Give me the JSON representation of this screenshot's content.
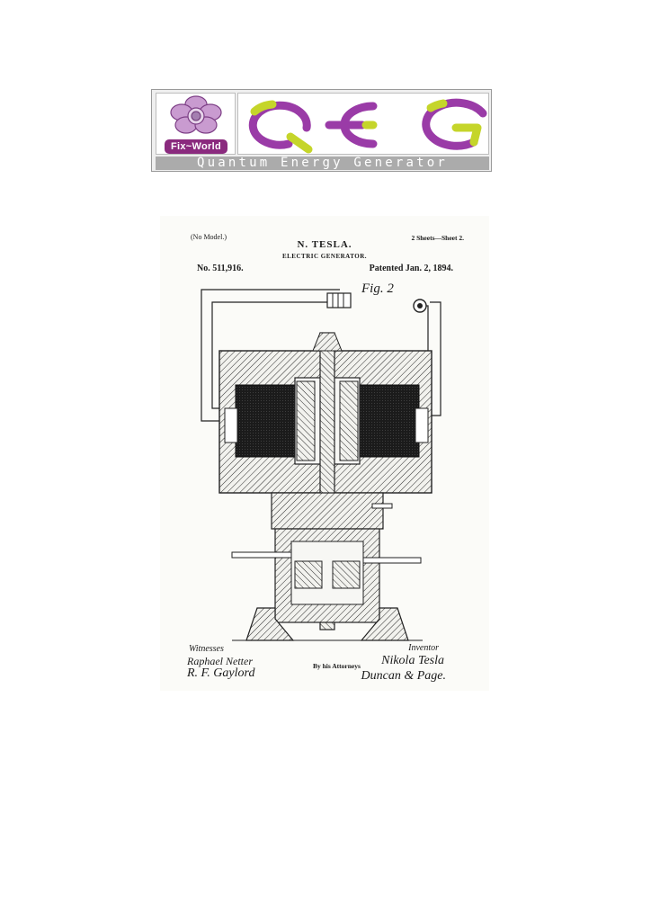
{
  "banner": {
    "brand_label": "Fix~World",
    "acronym": "QEG",
    "tagline": "Quantum Energy Generator",
    "colors": {
      "purple": "#9a3ba7",
      "lime": "#c5d52a",
      "grey": "#ababab",
      "brand_bg": "#8a2a7e"
    }
  },
  "patent": {
    "model_note": "(No Model.)",
    "sheet_note": "2 Sheets—Sheet 2.",
    "inventor_heading": "N. TESLA.",
    "invention_title": "ELECTRIC GENERATOR.",
    "patent_number": "No. 511,916.",
    "patent_date": "Patented Jan. 2, 1894.",
    "figure_label": "Fig. 2",
    "witnesses_label": "Witnesses",
    "witness_1": "Raphael Netter",
    "witness_2": "R. F. Gaylord",
    "inventor_label": "Inventor",
    "inventor_signature": "Nikola Tesla",
    "attorneys_label": "By his Attorneys",
    "attorneys_signature": "Duncan & Page."
  }
}
